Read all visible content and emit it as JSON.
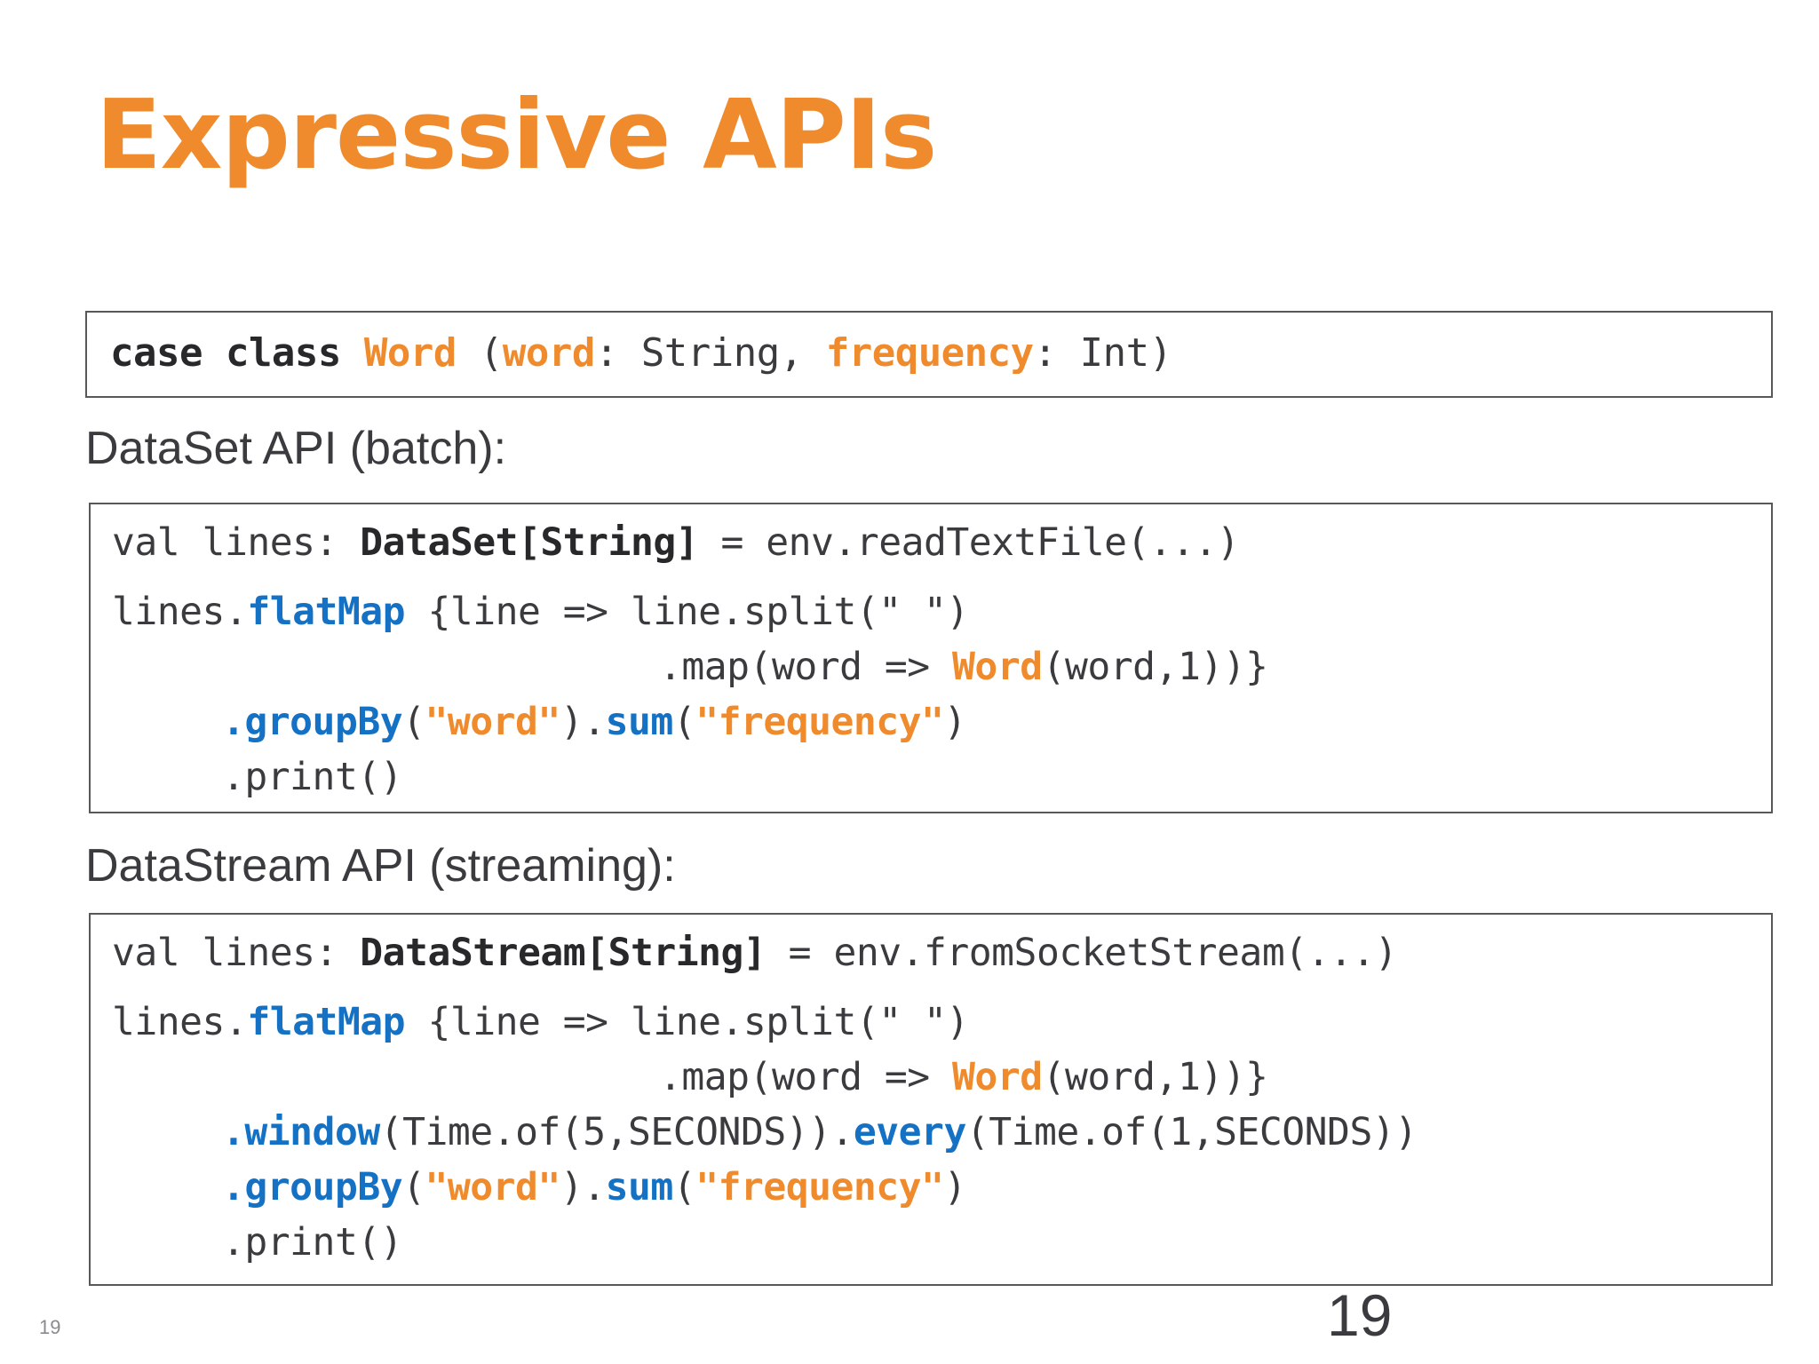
{
  "slide": {
    "title": "Expressive APIs",
    "accent_orange": "#ef8b2c",
    "accent_blue": "#1471c4",
    "text_color": "#3b3b3f",
    "background": "#ffffff",
    "page_number_small": "19",
    "page_number_large": "19"
  },
  "case_class_box": {
    "line": {
      "kw": "case class ",
      "type_name": "Word",
      "open_paren": " (",
      "param1_name": "word",
      "param1_type": ": String, ",
      "param2_name": "frequency",
      "param2_type": ": Int)"
    }
  },
  "dataset_section": {
    "caption": "DataSet API (batch):",
    "lines": {
      "l1_a": "val lines: ",
      "l1_b": "DataSet[String]",
      "l1_c": " = env.readTextFile(...)",
      "l2_a": "lines.",
      "l2_b": "flatMap",
      "l2_c": " {line => line.split(\" \")",
      "l3_a": ".map(word => ",
      "l3_b": "Word",
      "l3_c": "(word,1))}",
      "l4_a": ".",
      "l4_b": "groupBy",
      "l4_c": "(",
      "l4_d": "\"word\"",
      "l4_e": ").",
      "l4_f": "sum",
      "l4_g": "(",
      "l4_h": "\"frequency\"",
      "l4_i": ")",
      "l5": ".print()"
    }
  },
  "datastream_section": {
    "caption": "DataStream API (streaming):",
    "lines": {
      "l1_a": "val lines: ",
      "l1_b": "DataStream[String]",
      "l1_c": " = env.fromSocketStream(...)",
      "l2_a": "lines.",
      "l2_b": "flatMap",
      "l2_c": " {line => line.split(\" \")",
      "l3_a": ".map(word => ",
      "l3_b": "Word",
      "l3_c": "(word,1))}",
      "l4_a": ".",
      "l4_b": "window",
      "l4_c": "(Time.of(5,SECONDS)).",
      "l4_d": "every",
      "l4_e": "(Time.of(1,SECONDS))",
      "l5_a": ".",
      "l5_b": "groupBy",
      "l5_c": "(",
      "l5_d": "\"word\"",
      "l5_e": ").",
      "l5_f": "sum",
      "l5_g": "(",
      "l5_h": "\"frequency\"",
      "l5_i": ")",
      "l6": ".print()"
    }
  }
}
